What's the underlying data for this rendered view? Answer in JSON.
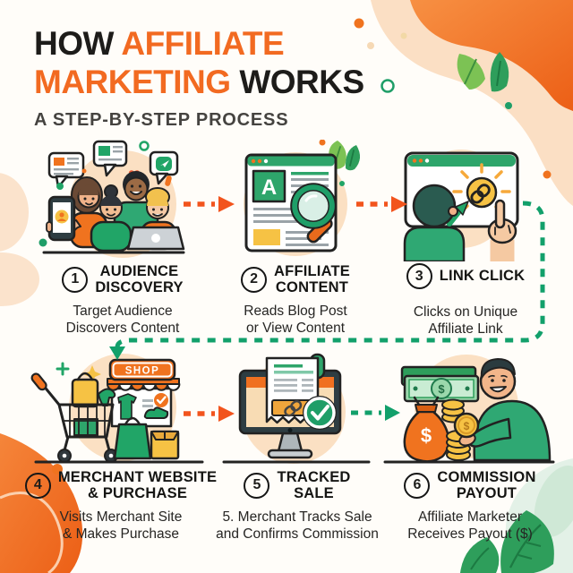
{
  "colors": {
    "accent_orange": "#F26A21",
    "arrow_orange": "#F2541D",
    "arrow_green": "#12A06B",
    "dark_text": "#1D1C1A",
    "peach_circle": "#FBE0C3",
    "gold": "#F6C244",
    "illustration_green": "#21A567"
  },
  "header": {
    "how": "HOW",
    "affiliate": "AFFILIATE",
    "marketing": "MARKETING",
    "works": "WORKS",
    "subtitle": "A STEP-BY-STEP PROCESS"
  },
  "steps": [
    {
      "number": "1",
      "icon": "audience-group-icon",
      "title_lines": [
        "AUDIENCE",
        "DISCOVERY"
      ],
      "subtitle_lines": [
        "Target Audience",
        "Discovers Content"
      ]
    },
    {
      "number": "2",
      "icon": "blog-magnifier-icon",
      "letter": "A",
      "title_lines": [
        "AFFILIATE",
        "CONTENT"
      ],
      "subtitle_lines": [
        "Reads Blog Post",
        "or View Content"
      ]
    },
    {
      "number": "3",
      "icon": "link-click-icon",
      "title_lines": [
        "LINK CLICK"
      ],
      "subtitle_lines": [
        "Clicks on Unique",
        "Affiliate Link"
      ]
    },
    {
      "number": "4",
      "icon": "shop-cart-icon",
      "sign": "SHOP",
      "title_lines": [
        "MERCHANT WEBSITE",
        "& PURCHASE"
      ],
      "subtitle_lines": [
        "Visits Merchant Site",
        "& Makes Purchase"
      ]
    },
    {
      "number": "5",
      "icon": "monitor-receipt-icon",
      "title_lines": [
        "TRACKED",
        "SALE"
      ],
      "subtitle_lines": [
        "5. Merchant Tracks Sale",
        "and Confirms Commission"
      ]
    },
    {
      "number": "6",
      "icon": "money-payout-icon",
      "currency": "$",
      "title_lines": [
        "COMMISSION",
        "PAYOUT"
      ],
      "subtitle_lines": [
        "Affiliate Marketer",
        "Receives Payout ($)"
      ]
    }
  ],
  "flow": {
    "arrows": [
      {
        "from": "1",
        "to": "2",
        "style": "orange-dashed"
      },
      {
        "from": "2",
        "to": "3",
        "style": "orange-dashed"
      },
      {
        "from": "3",
        "to": "4",
        "style": "green-dashed-elbow"
      },
      {
        "from": "4",
        "to": "5",
        "style": "orange-dashed"
      },
      {
        "from": "5",
        "to": "6",
        "style": "green-dashed"
      }
    ]
  }
}
